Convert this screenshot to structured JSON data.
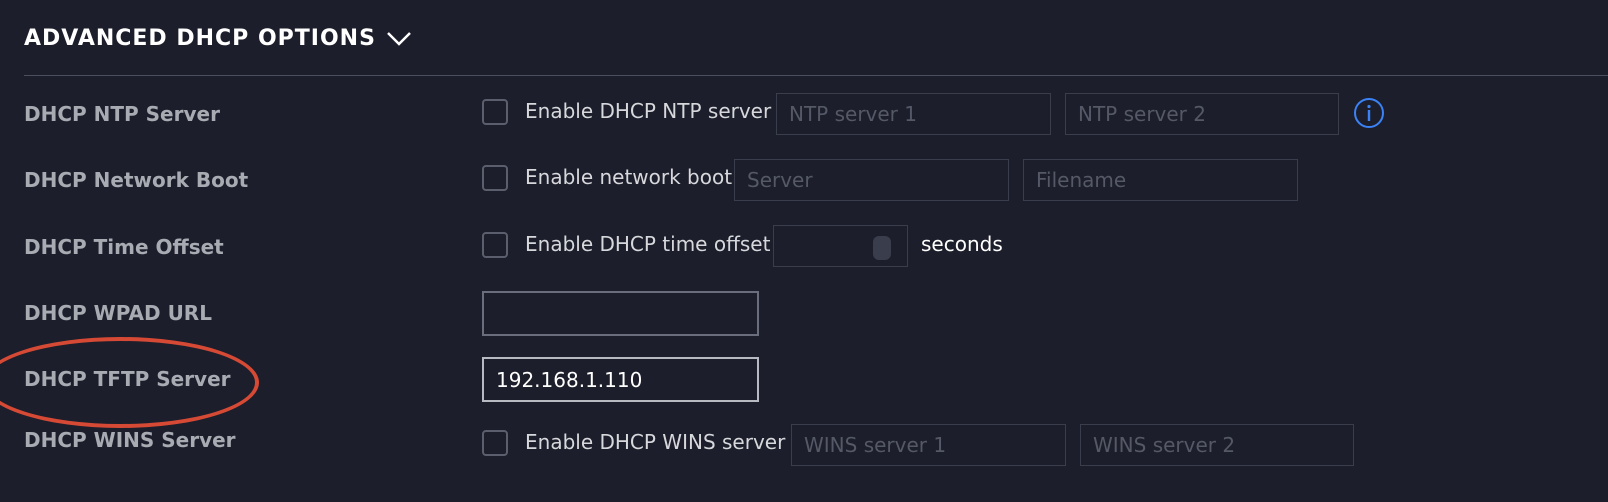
{
  "section": {
    "title": "ADVANCED DHCP OPTIONS",
    "toggle_icon": "chevron-down-icon"
  },
  "rows": {
    "ntp": {
      "label": "DHCP NTP Server",
      "checkbox_label": "Enable DHCP NTP server",
      "checked": false,
      "input1_placeholder": "NTP server 1",
      "input2_placeholder": "NTP server 2",
      "info_icon": "info-icon"
    },
    "boot": {
      "label": "DHCP Network Boot",
      "checkbox_label": "Enable network boot",
      "checked": false,
      "input1_placeholder": "Server",
      "input2_placeholder": "Filename"
    },
    "offset": {
      "label": "DHCP Time Offset",
      "checkbox_label": "Enable DHCP time offset",
      "checked": false,
      "value": "",
      "unit": "seconds"
    },
    "wpad": {
      "label": "DHCP WPAD URL",
      "value": ""
    },
    "tftp": {
      "label": "DHCP TFTP Server",
      "value": "192.168.1.110"
    },
    "wins": {
      "label": "DHCP WINS Server",
      "checkbox_label": "Enable DHCP WINS server",
      "checked": false,
      "input1_placeholder": "WINS server 1",
      "input2_placeholder": "WINS server 2"
    }
  },
  "colors": {
    "background": "#1c1e2b",
    "info_accent": "#3b82f6",
    "annotation": "#d64a35"
  }
}
